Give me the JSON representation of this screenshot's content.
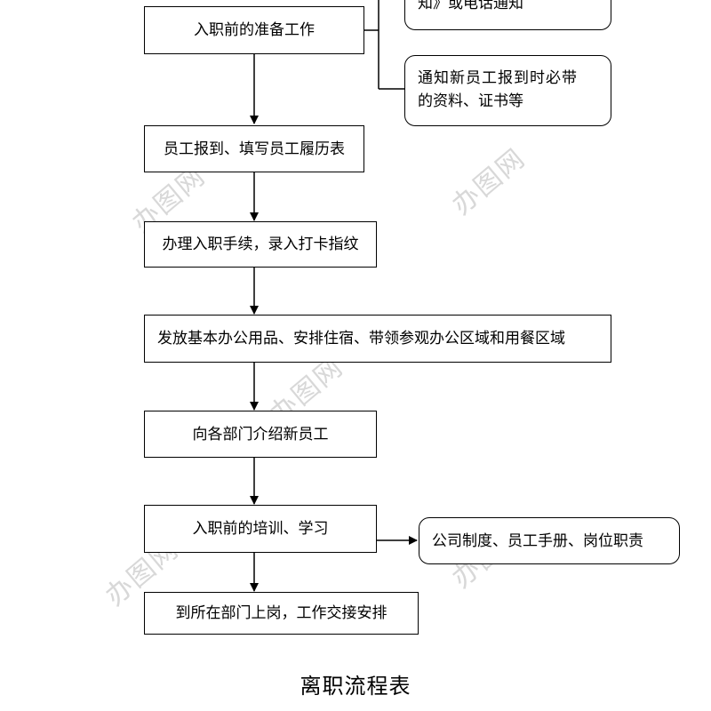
{
  "watermark": "办图网",
  "steps": {
    "prep": "入职前的准备工作",
    "report": "员工报到、填写员工履历表",
    "procedures": "办理入职手续，录入打卡指纹",
    "supplies": "发放基本办公用品、安排住宿、带领参观办公区域和用餐区域",
    "introduce": "向各部门介绍新员工",
    "training": "入职前的培训、学习",
    "handover": "到所在部门上岗，工作交接安排"
  },
  "notes": {
    "notify_line": "知》或电话通知",
    "materials_line1": "通知新员工报到时必带",
    "materials_line2": "的资料、证书等",
    "training_content": "公司制度、员工手册、岗位职责"
  },
  "next_section_title": "离职流程表"
}
